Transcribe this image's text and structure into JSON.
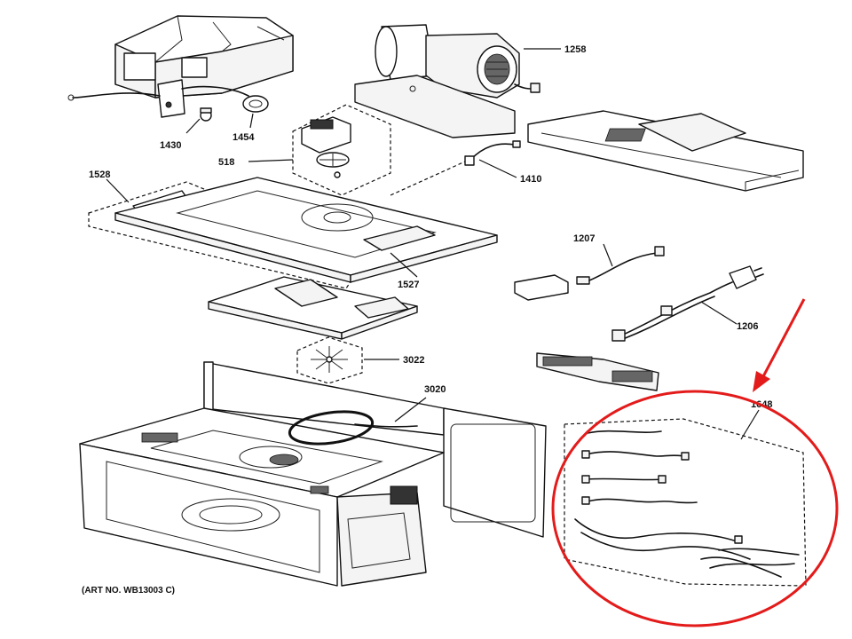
{
  "diagram": {
    "art_number": "(ART NO. WB13003 C)",
    "callouts": {
      "p1258": "1258",
      "p1430": "1430",
      "p1454": "1454",
      "p518": "518",
      "p1410": "1410",
      "p1528": "1528",
      "p1527": "1527",
      "p1207": "1207",
      "p1206": "1206",
      "p3022": "3022",
      "p3020": "3020",
      "p1648": "1648"
    },
    "highlight": {
      "circle_color": "#e31b1b",
      "arrow_color": "#e31b1b",
      "inner_ring_color": "#111111"
    }
  }
}
